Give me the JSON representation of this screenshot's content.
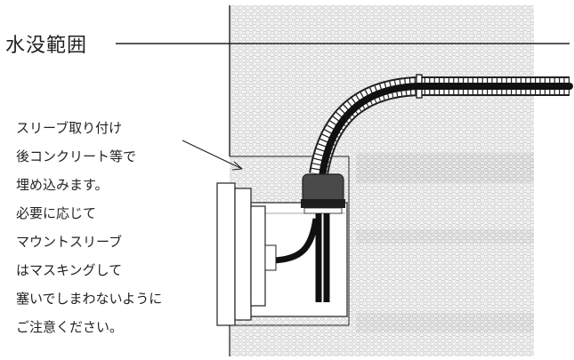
{
  "diagram": {
    "water_level_label": "水没範囲",
    "note_lines": [
      "スリーブ取り付け",
      "後コンクリート等で",
      "埋め込みます。",
      "必要に応じて",
      "マウントスリーブ",
      "はマスキングして",
      "塞いでしまわないように",
      "ご注意ください。"
    ],
    "colors": {
      "ink": "#231f20",
      "concrete_bg": "#f2f2f2",
      "concrete_cell": "#cfcfcf",
      "cable": "#111111",
      "gland": "#4a4a4a",
      "box_fill": "#ffffff"
    }
  }
}
